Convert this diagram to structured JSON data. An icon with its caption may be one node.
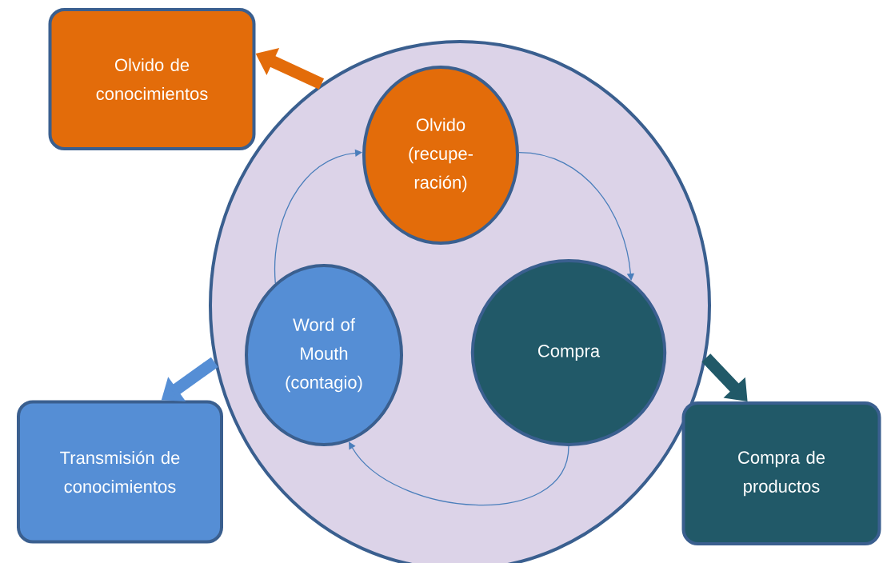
{
  "diagram": {
    "nodes": [
      {
        "text": [],
        "shape": "circle"
      },
      {
        "text": [
          "Olvido de conocimientos"
        ]
      },
      {
        "text": [
          "Olvido (recupe- ración)"
        ],
        "in": 0
      },
      {
        "text": [
          "Word of Mouth (contagio)"
        ],
        "in": 0
      },
      {
        "text": [
          "Compra"
        ],
        "in": 0
      },
      {
        "text": [
          "Transmisión de conocimientos"
        ]
      },
      {
        "text": [
          "Compra de productos"
        ]
      }
    ],
    "edges": [
      {
        "from": 3,
        "to": 2,
        "arrow": "to"
      },
      {
        "from": 2,
        "to": 4,
        "arrow": "to"
      },
      {
        "from": 4,
        "to": 3,
        "arrow": "to"
      },
      {
        "from": 0,
        "to": 1,
        "arrow": "to",
        "style": "thick",
        "color": "#e36c0a"
      },
      {
        "from": 0,
        "to": 5,
        "arrow": "to",
        "style": "thick",
        "color": "#558ed5"
      },
      {
        "from": 0,
        "to": 6,
        "arrow": "to",
        "style": "thick",
        "color": "#215968"
      }
    ]
  }
}
